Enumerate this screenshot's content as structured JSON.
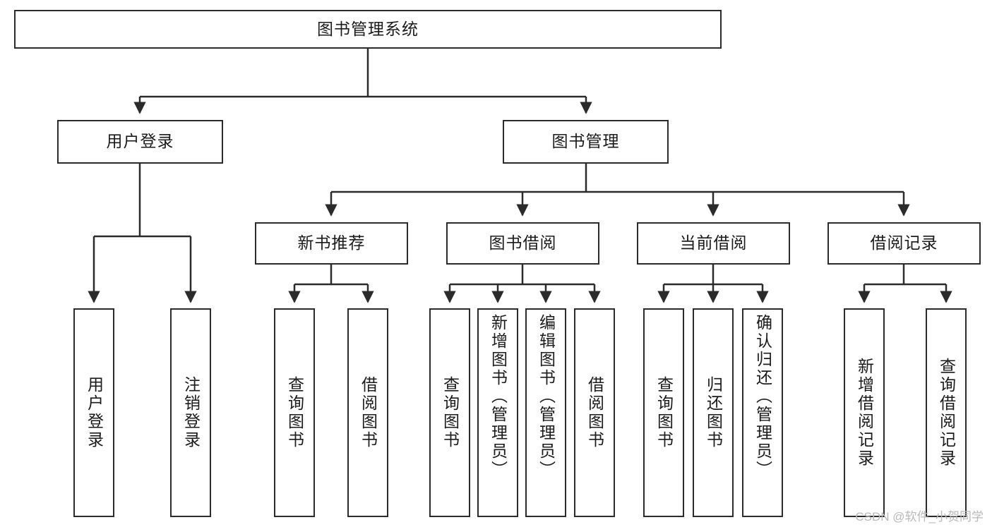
{
  "diagram": {
    "title": "图书管理系统",
    "type": "hierarchy-tree",
    "watermark": "CSDN @软件_小贺同学",
    "colors": {
      "background": "#ffffff",
      "box_border": "#2b2b2b",
      "connector": "#2b2b2b",
      "text": "#1b1b1b",
      "watermark": "#b9b9b9"
    },
    "nodes": {
      "root": {
        "label": "图书管理系统"
      },
      "level2": [
        {
          "id": "user-login",
          "label": "用户登录"
        },
        {
          "id": "book-manage",
          "label": "图书管理"
        }
      ],
      "level3": [
        {
          "id": "new-book-recommend",
          "label": "新书推荐"
        },
        {
          "id": "book-borrow",
          "label": "图书借阅"
        },
        {
          "id": "current-borrow",
          "label": "当前借阅"
        },
        {
          "id": "borrow-record",
          "label": "借阅记录"
        }
      ],
      "leaves": {
        "user_login": [
          {
            "id": "leaf-user-login",
            "label": "用户登录"
          },
          {
            "id": "leaf-logout",
            "label": "注销登录"
          }
        ],
        "new_book_recommend": [
          {
            "id": "leaf-query-book-1",
            "label": "查询图书"
          },
          {
            "id": "leaf-borrow-book-1",
            "label": "借阅图书"
          }
        ],
        "book_borrow": [
          {
            "id": "leaf-query-book-2",
            "label": "查询图书"
          },
          {
            "id": "leaf-add-book",
            "label": "新增图书（管理员）"
          },
          {
            "id": "leaf-edit-book",
            "label": "编辑图书（管理员）"
          },
          {
            "id": "leaf-borrow-book-2",
            "label": "借阅图书"
          }
        ],
        "current_borrow": [
          {
            "id": "leaf-query-book-3",
            "label": "查询图书"
          },
          {
            "id": "leaf-return-book",
            "label": "归还图书"
          },
          {
            "id": "leaf-confirm-return",
            "label": "确认归还（管理员）"
          }
        ],
        "borrow_record": [
          {
            "id": "leaf-add-record",
            "label": "新增借阅记录"
          },
          {
            "id": "leaf-query-record",
            "label": "查询借阅记录"
          }
        ]
      }
    }
  }
}
